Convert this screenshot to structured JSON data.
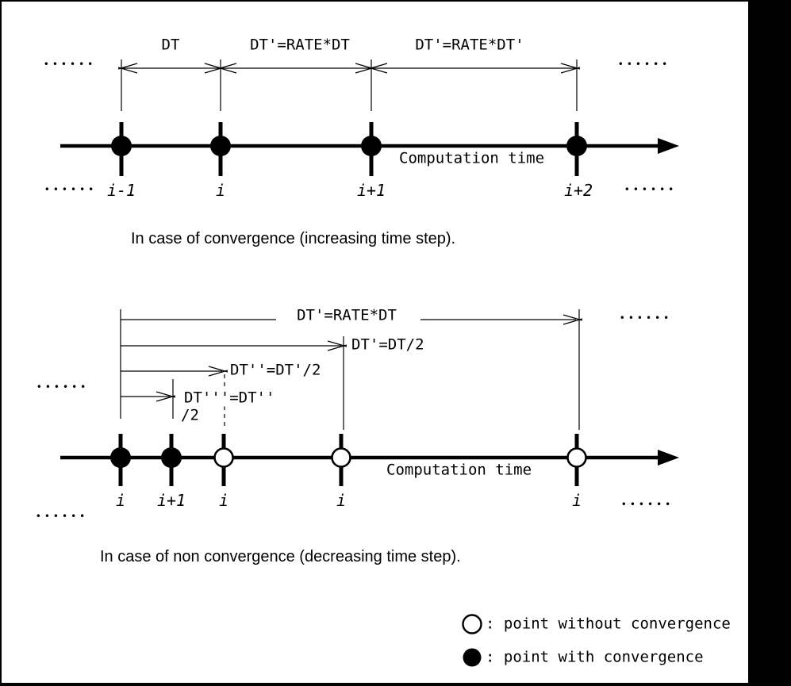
{
  "colors": {
    "ink": "#000000",
    "background": "#ffffff",
    "frame": "#000000"
  },
  "ellipsis": "••••••",
  "top_diagram": {
    "caption": "In case of convergence (increasing time step).",
    "axis_label": "Computation time",
    "interval_labels": [
      "DT",
      "DT'=RATE*DT",
      "DT'=RATE*DT'"
    ],
    "points": [
      {
        "label": "i-1",
        "type": "filled"
      },
      {
        "label": "i",
        "type": "filled"
      },
      {
        "label": "i+1",
        "type": "filled"
      },
      {
        "label": "i+2",
        "type": "filled"
      }
    ]
  },
  "bottom_diagram": {
    "caption": "In case of non convergence (decreasing time step).",
    "axis_label": "Computation time",
    "step_labels": [
      "DT'=RATE*DT",
      "DT'=DT/2",
      "DT''=DT'/2",
      "DT'''=DT''",
      "/2"
    ],
    "points": [
      {
        "label": "i",
        "type": "filled"
      },
      {
        "label": "i+1",
        "type": "filled"
      },
      {
        "label": "i",
        "type": "open"
      },
      {
        "label": "i",
        "type": "open"
      },
      {
        "label": "i",
        "type": "open"
      }
    ]
  },
  "legend": {
    "items": [
      {
        "symbol": "open-circle",
        "label": ": point without convergence"
      },
      {
        "symbol": "filled-circle",
        "label": ": point with convergence"
      }
    ]
  }
}
